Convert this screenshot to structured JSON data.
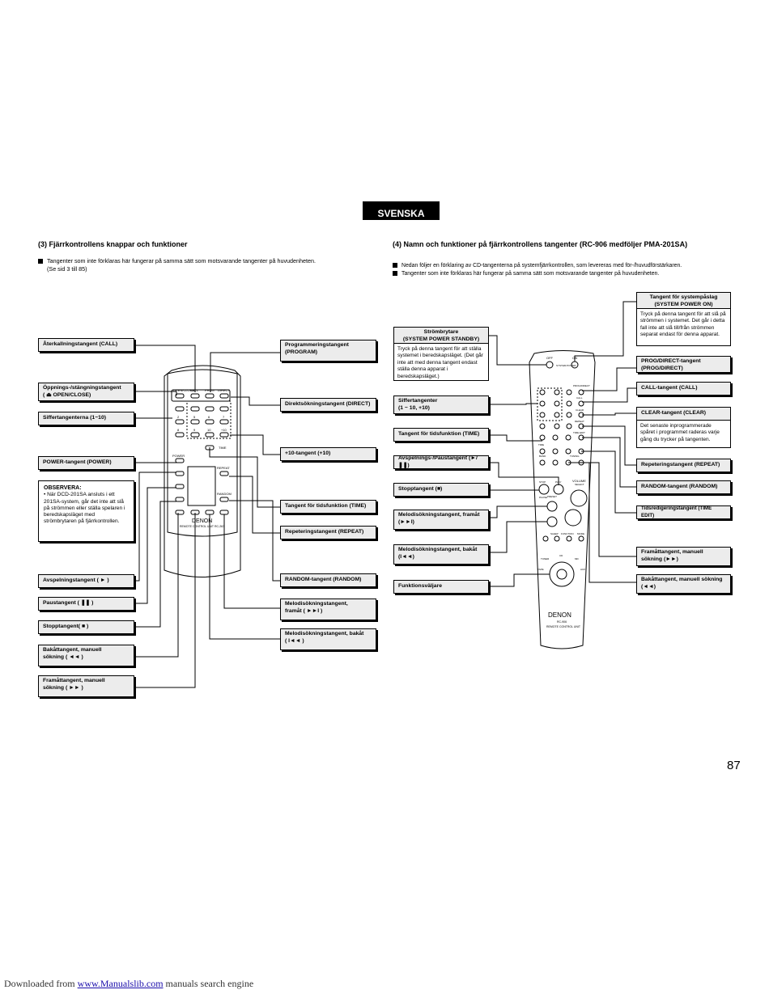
{
  "banner": "SVENSKA",
  "left": {
    "title": "(3)  Fjärrkontrollens knappar och funktioner",
    "note_line1": "Tangenter som inte förklaras här fungerar på samma sätt som motsvarande tangenter på huvudenheten.",
    "note_line2": "(Se sid 3 till 85)",
    "labels": {
      "call": "Återkallningstangent (CALL)",
      "open_l1": "Öppnings-/stängningstangent",
      "open_l2": "( ⏏ OPEN/CLOSE)",
      "digits": "Siffertangenterna (1~10)",
      "power": "POWER-tangent (POWER)",
      "play": "Avspelningstangent ( ► )",
      "pause": "Paustangent ( ❚❚ )",
      "stop": "Stopptangent( ■ )",
      "rew_l1": "Bakåttangent, manuell",
      "rew_l2": "sökning ( ◄◄ )",
      "ff_l1": "Framåttangent, manuell",
      "ff_l2": "sökning ( ►► )",
      "prog_l1": "Programmeringstangent",
      "prog_l2": "(PROGRAM)",
      "direct": "Direktsökningstangent (DIRECT)",
      "plus10": "+10-tangent (+10)",
      "time": "Tangent för tidsfunktion (TIME)",
      "repeat": "Repeteringstangent (REPEAT)",
      "random": "RANDOM-tangent (RANDOM)",
      "next_l1": "Melodisökningstangent,",
      "next_l2": "framåt ( ►►I )",
      "prev_l1": "Melodisökningstangent, bakåt",
      "prev_l2": "( I◄◄ )"
    },
    "observera": {
      "title": "OBSERVERA:",
      "text": "• När DCD-201SA ansluts i ett 201SA-system, går det inte att slå på strömmen eller ställa spelaren i beredskapsläget med strömbrytaren på fjärrkontrollen."
    },
    "remote": {
      "brand": "DENON",
      "model": "REMOTE CONTROL UNIT RC-263",
      "keys": [
        "OPEN/CLOSE",
        "CALL",
        "PROG",
        "DIRECT",
        "2",
        "5",
        "6",
        "7",
        "8",
        "9",
        "10",
        "+10",
        "POWER",
        "TIME",
        "REPEAT",
        "RANDOM"
      ]
    }
  },
  "right": {
    "title": "(4)  Namn och funktioner på fjärrkontrollens tangenter (RC-906 medföljer PMA-201SA)",
    "note_line1": "Nedan följer en förklaring av CD-tangenterna på systemfjärrkontrollen, som levereras med för-/huvudförstärkaren.",
    "note_line2": "Tangenter som inte förklaras här fungerar på samma sätt som motsvarande tangenter på huvudenheten.",
    "labels": {
      "sys_on_l1": "Tangent för systempåslag",
      "sys_on_l2": "(SYSTEM POWER ON)",
      "sys_on_desc": "Tryck på denna tangent för att slå på strömmen i systemet. Det går i detta fall inte att slå till/från strömmen separat endast för denna apparat.",
      "standby_l1": "Strömbrytare",
      "standby_l2": "(SYSTEM POWER STANDBY)",
      "standby_desc": "Tryck på denna tangent för att ställa systemet i beredskapsläget. (Det går inte att med denna tangent endast ställa denna apparat i beredskapsläget.)",
      "progdir_l1": "PROG/DIRECT-tangent",
      "progdir_l2": "(PROG/DIRECT)",
      "call": "CALL-tangent (CALL)",
      "digits_l1": "Siffertangenter",
      "digits_l2": "(1 ~ 10, +10)",
      "clear": "CLEAR-tangent (CLEAR)",
      "clear_desc": "Det senaste inprogrammerade spåret i programmet raderas varje gång du trycker på tangenten.",
      "time": "Tangent för tidsfunktion (TIME)",
      "playpause": "Avspelnings-/Paustangent (►/❚❚)",
      "repeat": "Repeteringstangent (REPEAT)",
      "random": "RANDOM-tangent (RANDOM)",
      "stop": "Stopptangent (■)",
      "timeedit": "Tidsredigeringstangent (TIME EDIT)",
      "next_l1": "Melodisökningstangent, framåt",
      "next_l2": "(►►I)",
      "prev_l1": "Melodisökningstangent, bakåt",
      "prev_l2": "(I◄◄)",
      "ff_l1": "Framåttangent, manuell",
      "ff_l2": "sökning (►►)",
      "rew_l1": "Bakåttangent, manuell sökning",
      "rew_l2": "(◄◄)",
      "func": "Funktionsväljare"
    },
    "remote": {
      "brand": "DENON",
      "model": "RC-906",
      "sub": "REMOTE CONTROL UNIT",
      "keys": [
        "OFF",
        "ON",
        "SYSTEM POWER",
        "PROG/DIRECT",
        "CALL",
        "CLEAR",
        "REPEAT",
        "TIME EDIT",
        "TIME",
        "STOP",
        "PLAY",
        "PAUSE",
        "PRESET",
        "VOLUME",
        "SELECT",
        "TUNING",
        "FUNCTION",
        "MODE",
        "SLEEP",
        "BAND",
        "TUNER",
        "CD",
        "MD",
        "TAPE",
        "AUX"
      ]
    }
  },
  "page_number": "87",
  "footer": {
    "prefix": "Downloaded from ",
    "link": "www.Manualslib.com",
    "suffix": " manuals search engine"
  }
}
